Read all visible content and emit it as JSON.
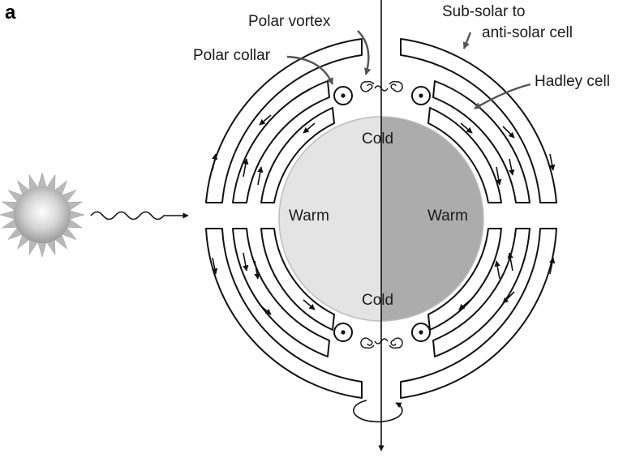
{
  "panel_label": "a",
  "labels": {
    "polar_vortex": "Polar vortex",
    "polar_collar": "Polar collar",
    "sub_solar_line1": "Sub-solar to",
    "sub_solar_line2": "anti-solar cell",
    "hadley_cell": "Hadley cell",
    "cold_top": "Cold",
    "cold_bottom": "Cold",
    "warm_left": "Warm",
    "warm_right": "Warm"
  },
  "colors": {
    "dayside": "#e4e4e4",
    "nightside": "#acacac",
    "planet_outline": "#bdbdbd",
    "cell_stroke": "#111111",
    "leader": "#555555"
  },
  "icons": {
    "star": "sun-icon",
    "incoming": "wavy-arrow-icon",
    "rotation": "rotation-arrow-icon"
  }
}
